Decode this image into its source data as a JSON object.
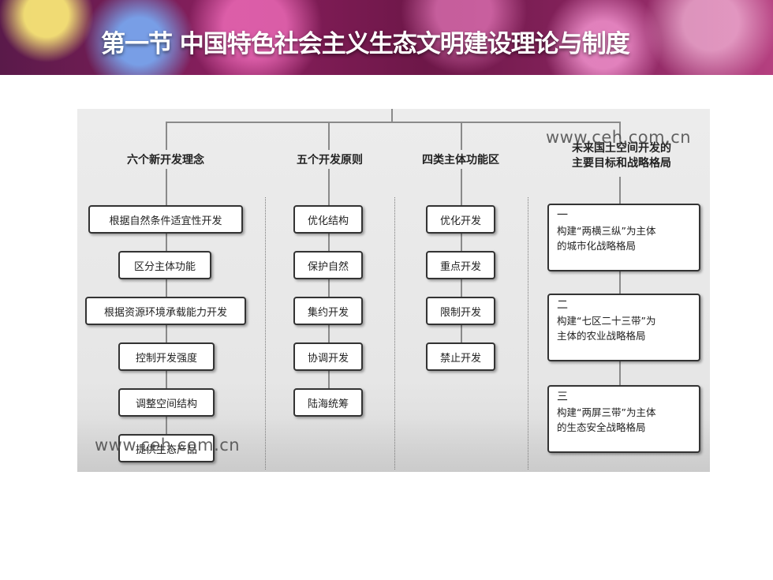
{
  "slide": {
    "title": "第一节 中国特色社会主义生态文明建设理论与制度"
  },
  "diagram": {
    "columns": [
      {
        "header": "六个新开发理念",
        "items": [
          "根据自然条件适宜性开发",
          "区分主体功能",
          "根据资源环境承载能力开发",
          "控制开发强度",
          "调整空间结构",
          "提供生态产品"
        ]
      },
      {
        "header": "五个开发原则",
        "items": [
          "优化结构",
          "保护自然",
          "集约开发",
          "协调开发",
          "陆海统筹"
        ]
      },
      {
        "header": "四类主体功能区",
        "items": [
          "优化开发",
          "重点开发",
          "限制开发",
          "禁止开发"
        ]
      },
      {
        "header_line1": "未来国土空间开发的",
        "header_line2": "主要目标和战略格局",
        "goals": [
          {
            "num": "一",
            "line1": "构建“两横三纵”为主体",
            "line2": "的城市化战略格局"
          },
          {
            "num": "二",
            "line1": "构建“七区二十三带”为",
            "line2": "主体的农业战略格局"
          },
          {
            "num": "三",
            "line1": "构建“两屏三带”为主体",
            "line2": "的生态安全战略格局"
          }
        ]
      }
    ],
    "watermark": "www.ceh.com.cn"
  },
  "colors": {
    "title": "#ffffff",
    "box_border": "#333333",
    "diagram_bg": "#e8e8e8"
  }
}
